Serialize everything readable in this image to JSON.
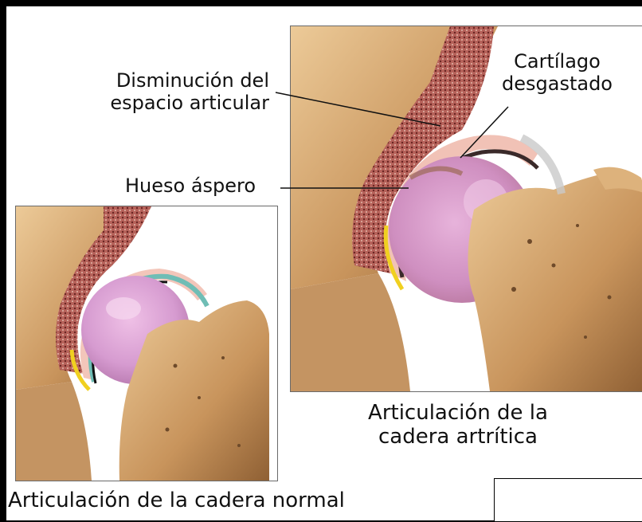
{
  "labels": {
    "space_line1": "Disminución del",
    "space_line2": "espacio articular",
    "cart_line1": "Cartílago",
    "cart_line2": "desgastado",
    "rough_bone": "Hueso áspero",
    "arthritic_line1": "Articulación de la",
    "arthritic_line2": "cadera artrítica",
    "normal": "Articulación de la cadera normal"
  },
  "colors": {
    "border": "#000000",
    "bone": "#d9b07c",
    "bone_dark": "#a07040",
    "marrow": "#8c3e3e",
    "cartilage": "#dc9fce",
    "soft_tissue": "#f4c4b5",
    "synovium": "#7fc7c0",
    "fat_line": "#f0d020"
  }
}
